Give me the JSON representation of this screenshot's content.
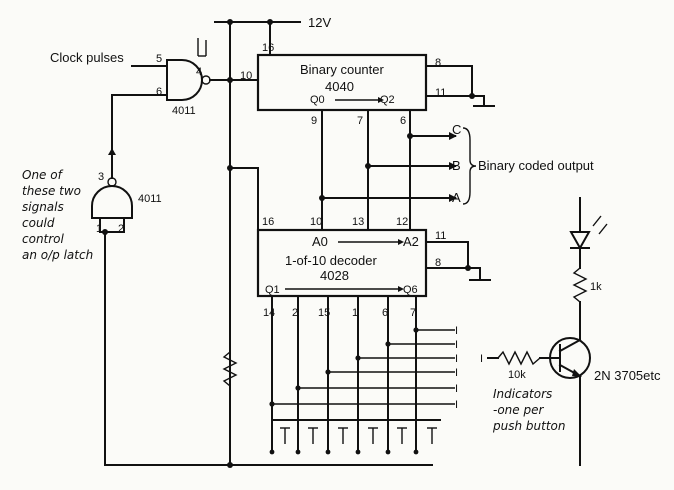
{
  "labels": {
    "supply": "12V",
    "clock": "Clock pulses",
    "binary_output": "Binary coded output"
  },
  "counter": {
    "title": "Binary counter",
    "part": "4040",
    "out_low": "Q0",
    "out_high": "Q2",
    "pins": {
      "vdd": "16",
      "clock": "10",
      "vss": "8",
      "reset": "11",
      "q0": "9",
      "q1": "7",
      "q2": "6"
    }
  },
  "gate_upper": {
    "part": "4011",
    "pin_a": "5",
    "pin_b": "6",
    "pin_out": "4"
  },
  "gate_lower": {
    "part": "4011",
    "pin_out": "3",
    "pin_a": "1",
    "pin_b": "2"
  },
  "bus": {
    "c": "C",
    "b": "B",
    "a": "A"
  },
  "decoder": {
    "title": "1-of-10 decoder",
    "part": "4028",
    "in_low": "A0",
    "in_high": "A2",
    "out_low": "Q1",
    "out_high": "Q6",
    "pins": {
      "vdd": "16",
      "a": "10",
      "b": "13",
      "c": "12",
      "d": "11",
      "vss": "8"
    }
  },
  "outputs": [
    "14",
    "2",
    "15",
    "1",
    "6",
    "7"
  ],
  "taps": [
    "I",
    "I",
    "I",
    "I",
    "I",
    "I"
  ],
  "driver": {
    "collector_resistor": "1k",
    "base_resistor": "10k",
    "input": "I",
    "transistor": "2N 3705etc"
  },
  "notes": {
    "latch": [
      "One of",
      "these two",
      "signals",
      "could",
      "control",
      "an o/p latch"
    ],
    "indicators": [
      "Indicators",
      "-one per",
      "push button"
    ]
  }
}
